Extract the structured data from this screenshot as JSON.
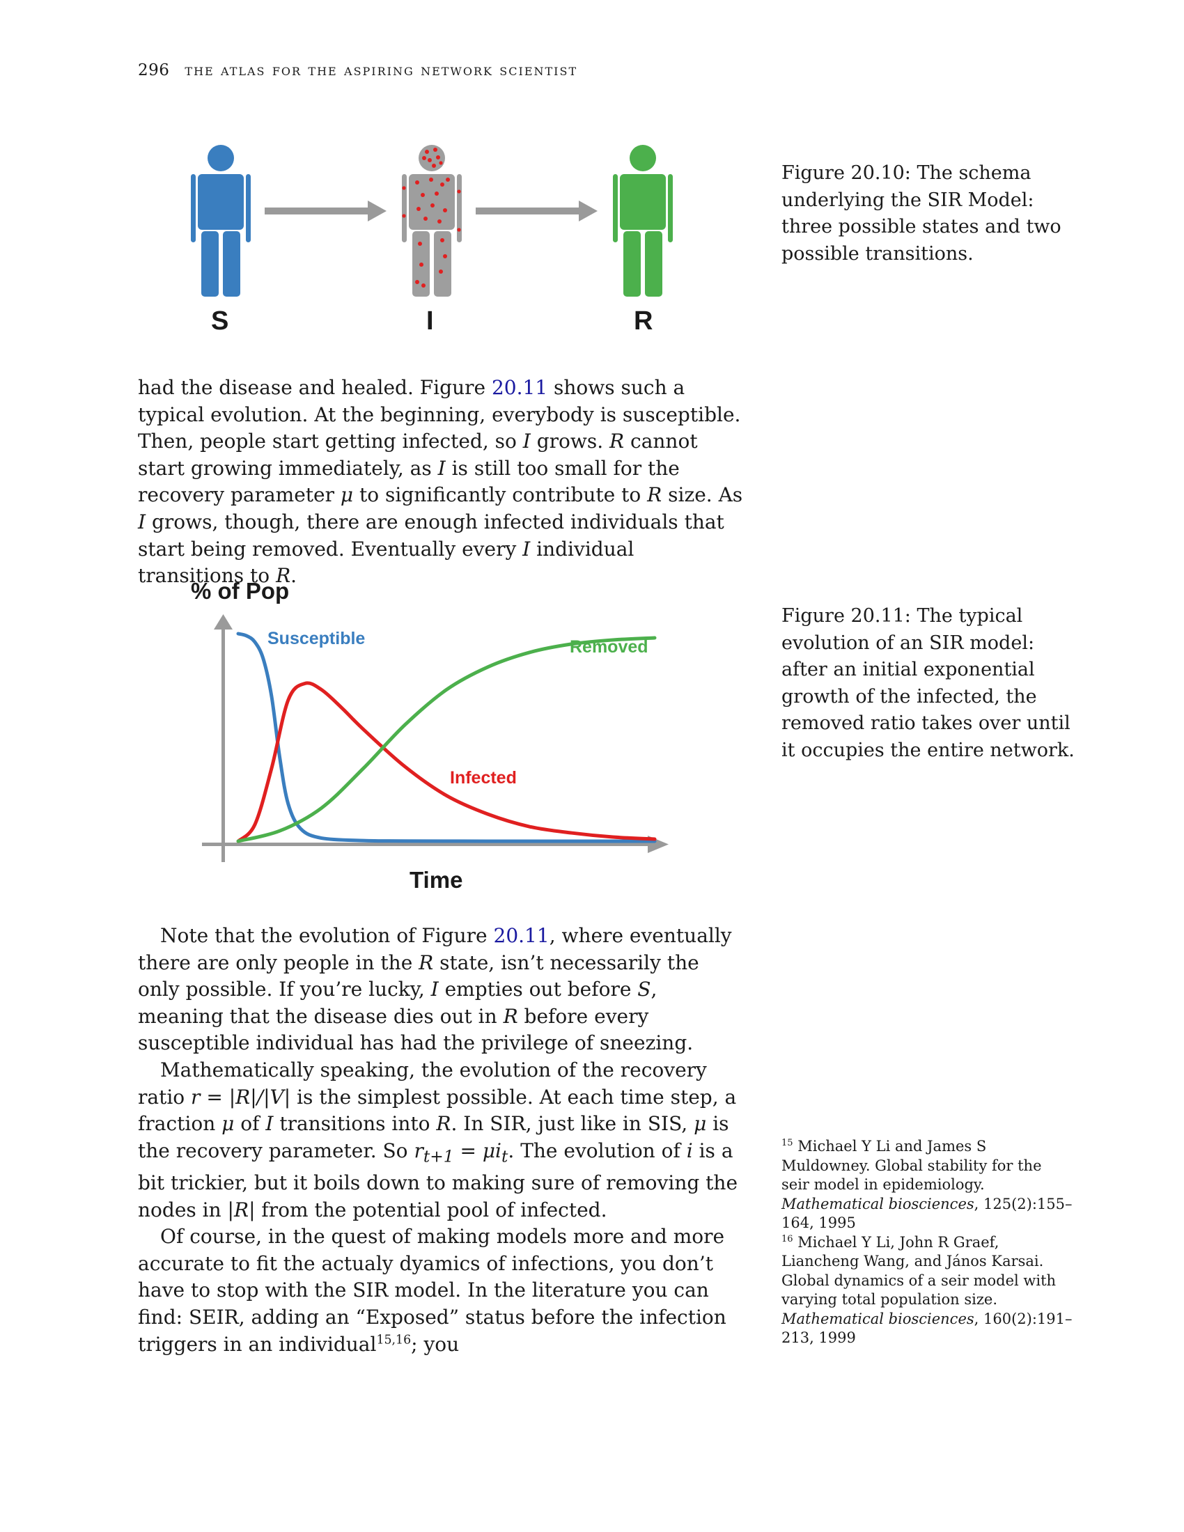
{
  "header": {
    "page_number": "296",
    "running_title": "the atlas for the aspiring network scientist"
  },
  "figure_sir_schema": {
    "labels": [
      "S",
      "I",
      "R"
    ],
    "colors": {
      "susceptible": "#3a7ebf",
      "infected_body": "#9e9e9e",
      "infected_dots": "#e02020",
      "removed": "#4cb04c",
      "arrow": "#9a9a9a"
    },
    "icons": [
      "person-icon",
      "person-icon",
      "person-icon"
    ]
  },
  "caption_20_10": "Figure 20.10: The schema underlying the SIR Model: three possible states and two possible transitions.",
  "paragraph_1": {
    "a": "had the disease and healed. Figure ",
    "ref": "20.11",
    "b": " shows such a typical evolution. At the beginning, everybody is susceptible. Then, people start getting infected, so ",
    "v1": "I",
    "c": " grows. ",
    "v2": "R",
    "d": " cannot start growing immediately, as ",
    "v3": "I",
    "e": " is still too small for the recovery parameter ",
    "v4": "μ",
    "f": " to significantly contribute to ",
    "v5": "R",
    "g": " size. As ",
    "v6": "I",
    "h": " grows, though, there are enough infected individuals that start being removed. Eventually every ",
    "v7": "I",
    "i": " individual transitions to ",
    "v8": "R",
    "j": "."
  },
  "chart_data": {
    "type": "line",
    "ylabel": "% of Pop",
    "xlabel": "Time",
    "grid": false,
    "legend": "inline labels",
    "series": [
      {
        "name": "Susceptible",
        "color": "#3a7ebf",
        "x": [
          0,
          2,
          4,
          6,
          8,
          10,
          12,
          15,
          20,
          30,
          40,
          60,
          80,
          100
        ],
        "y": [
          100,
          99,
          96,
          88,
          70,
          40,
          18,
          6,
          1.5,
          0.3,
          0.1,
          0,
          0,
          0
        ]
      },
      {
        "name": "Infected",
        "color": "#e02020",
        "x": [
          0,
          4,
          8,
          12,
          16,
          20,
          25,
          30,
          40,
          50,
          60,
          70,
          80,
          90,
          100
        ],
        "y": [
          0,
          8,
          35,
          68,
          76,
          73,
          64,
          54,
          36,
          22,
          13,
          7,
          4,
          2,
          1
        ]
      },
      {
        "name": "Removed",
        "color": "#4cb04c",
        "x": [
          0,
          10,
          20,
          30,
          40,
          50,
          60,
          70,
          80,
          90,
          100
        ],
        "y": [
          0,
          5,
          16,
          35,
          56,
          73,
          84,
          91,
          95,
          97,
          98
        ]
      }
    ],
    "xlim": [
      0,
      100
    ],
    "ylim": [
      0,
      100
    ]
  },
  "caption_20_11": "Figure 20.11: The typical evolution of an SIR model: after an initial exponential growth of the infected, the removed ratio takes over until it occupies the entire network.",
  "paragraph_2": {
    "a": "Note that the evolution of Figure ",
    "ref": "20.11",
    "b": ", where eventually there are only people in the ",
    "v1": "R",
    "c": " state, isn’t necessarily the only possible. If you’re lucky, ",
    "v2": "I",
    "d": " empties out before ",
    "v3": "S",
    "e": ", meaning that the disease dies out in ",
    "v4": "R",
    "f": " before every susceptible individual has had the privilege of sneezing."
  },
  "paragraph_3": {
    "a": "Mathematically speaking, the evolution of the recovery ratio ",
    "eq1": "r = |R|/|V|",
    "b": " is the simplest possible. At each time step, a fraction ",
    "v1": "μ",
    "c": " of ",
    "v2": "I",
    "d": " transitions into ",
    "v3": "R",
    "e": ". In SIR, just like in SIS, ",
    "v4": "μ",
    "f": " is the recovery parameter. So ",
    "eq2a": "r",
    "eq2sub": "t+1",
    "eq2b": " = μi",
    "eq2sub2": "t",
    "g": ". The evolution of ",
    "v5": "i",
    "h": " is a bit trickier, but it boils down to making sure of removing the nodes in ",
    "v6": "|R|",
    "i": " from the potential pool of infected."
  },
  "paragraph_4": {
    "a": "Of course, in the quest of making models more and more accurate to fit the actualy dyamics of infections, you don’t have to stop with the SIR model. In the literature you can find: SEIR, adding an “Exposed” status before the infection triggers in an individual",
    "sup": "15,16",
    "b": "; you"
  },
  "footnotes": [
    {
      "num": "15",
      "text": "Michael Y Li and James S Muldowney. Global stability for the seir model in epidemiology. ",
      "journal": "Mathematical biosciences",
      "rest": ", 125(2):155–164, 1995"
    },
    {
      "num": "16",
      "text": "Michael Y Li, John R Graef, Liancheng Wang, and János Karsai. Global dynamics of a seir model with varying total population size. ",
      "journal": "Mathematical biosciences",
      "rest": ", 160(2):191–213, 1999"
    }
  ]
}
